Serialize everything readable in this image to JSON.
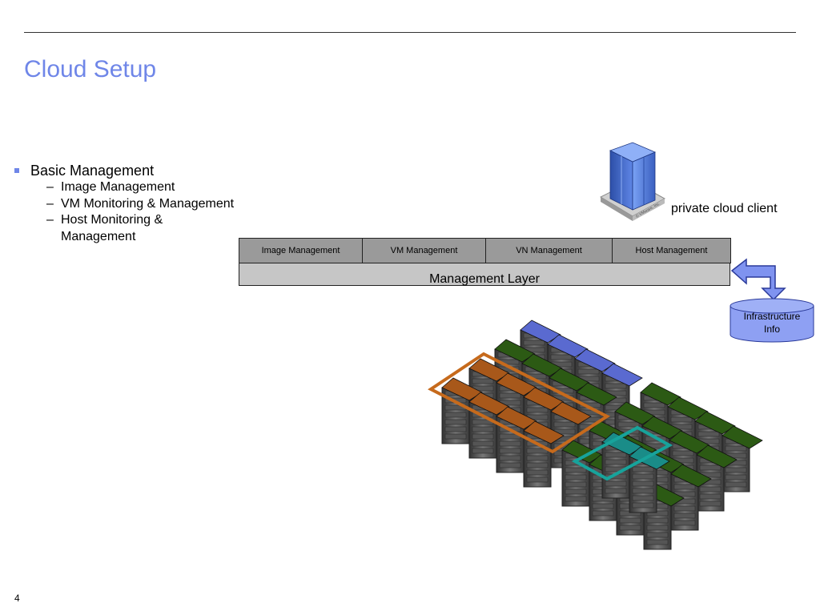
{
  "slide": {
    "title": "Cloud Setup",
    "page_number": "4"
  },
  "bullets": {
    "main": "Basic Management",
    "subs": [
      "Image Management",
      "VM Monitoring & Management",
      "Host Monitoring & Management"
    ]
  },
  "management": {
    "cells": [
      "Image Management",
      "VM Management",
      "VN Management",
      "Host Management"
    ],
    "layer_label": "Management Layer"
  },
  "client": {
    "label": "private cloud client",
    "logo_text": "© VMware, Inc."
  },
  "infrastructure": {
    "line1": "Infrastructure",
    "line2": "Info"
  },
  "colors": {
    "title": "#6f86e8",
    "arrow_fill": "#7f93f0",
    "cylinder_fill": "#8ea0f3",
    "rack_blue": "#5a6ad0",
    "rack_green": "#2c5a14",
    "rack_orange": "#a8581a",
    "rack_teal": "#1a8c88",
    "highlight_orange": "#c66a1c",
    "highlight_teal": "#17a39b"
  }
}
